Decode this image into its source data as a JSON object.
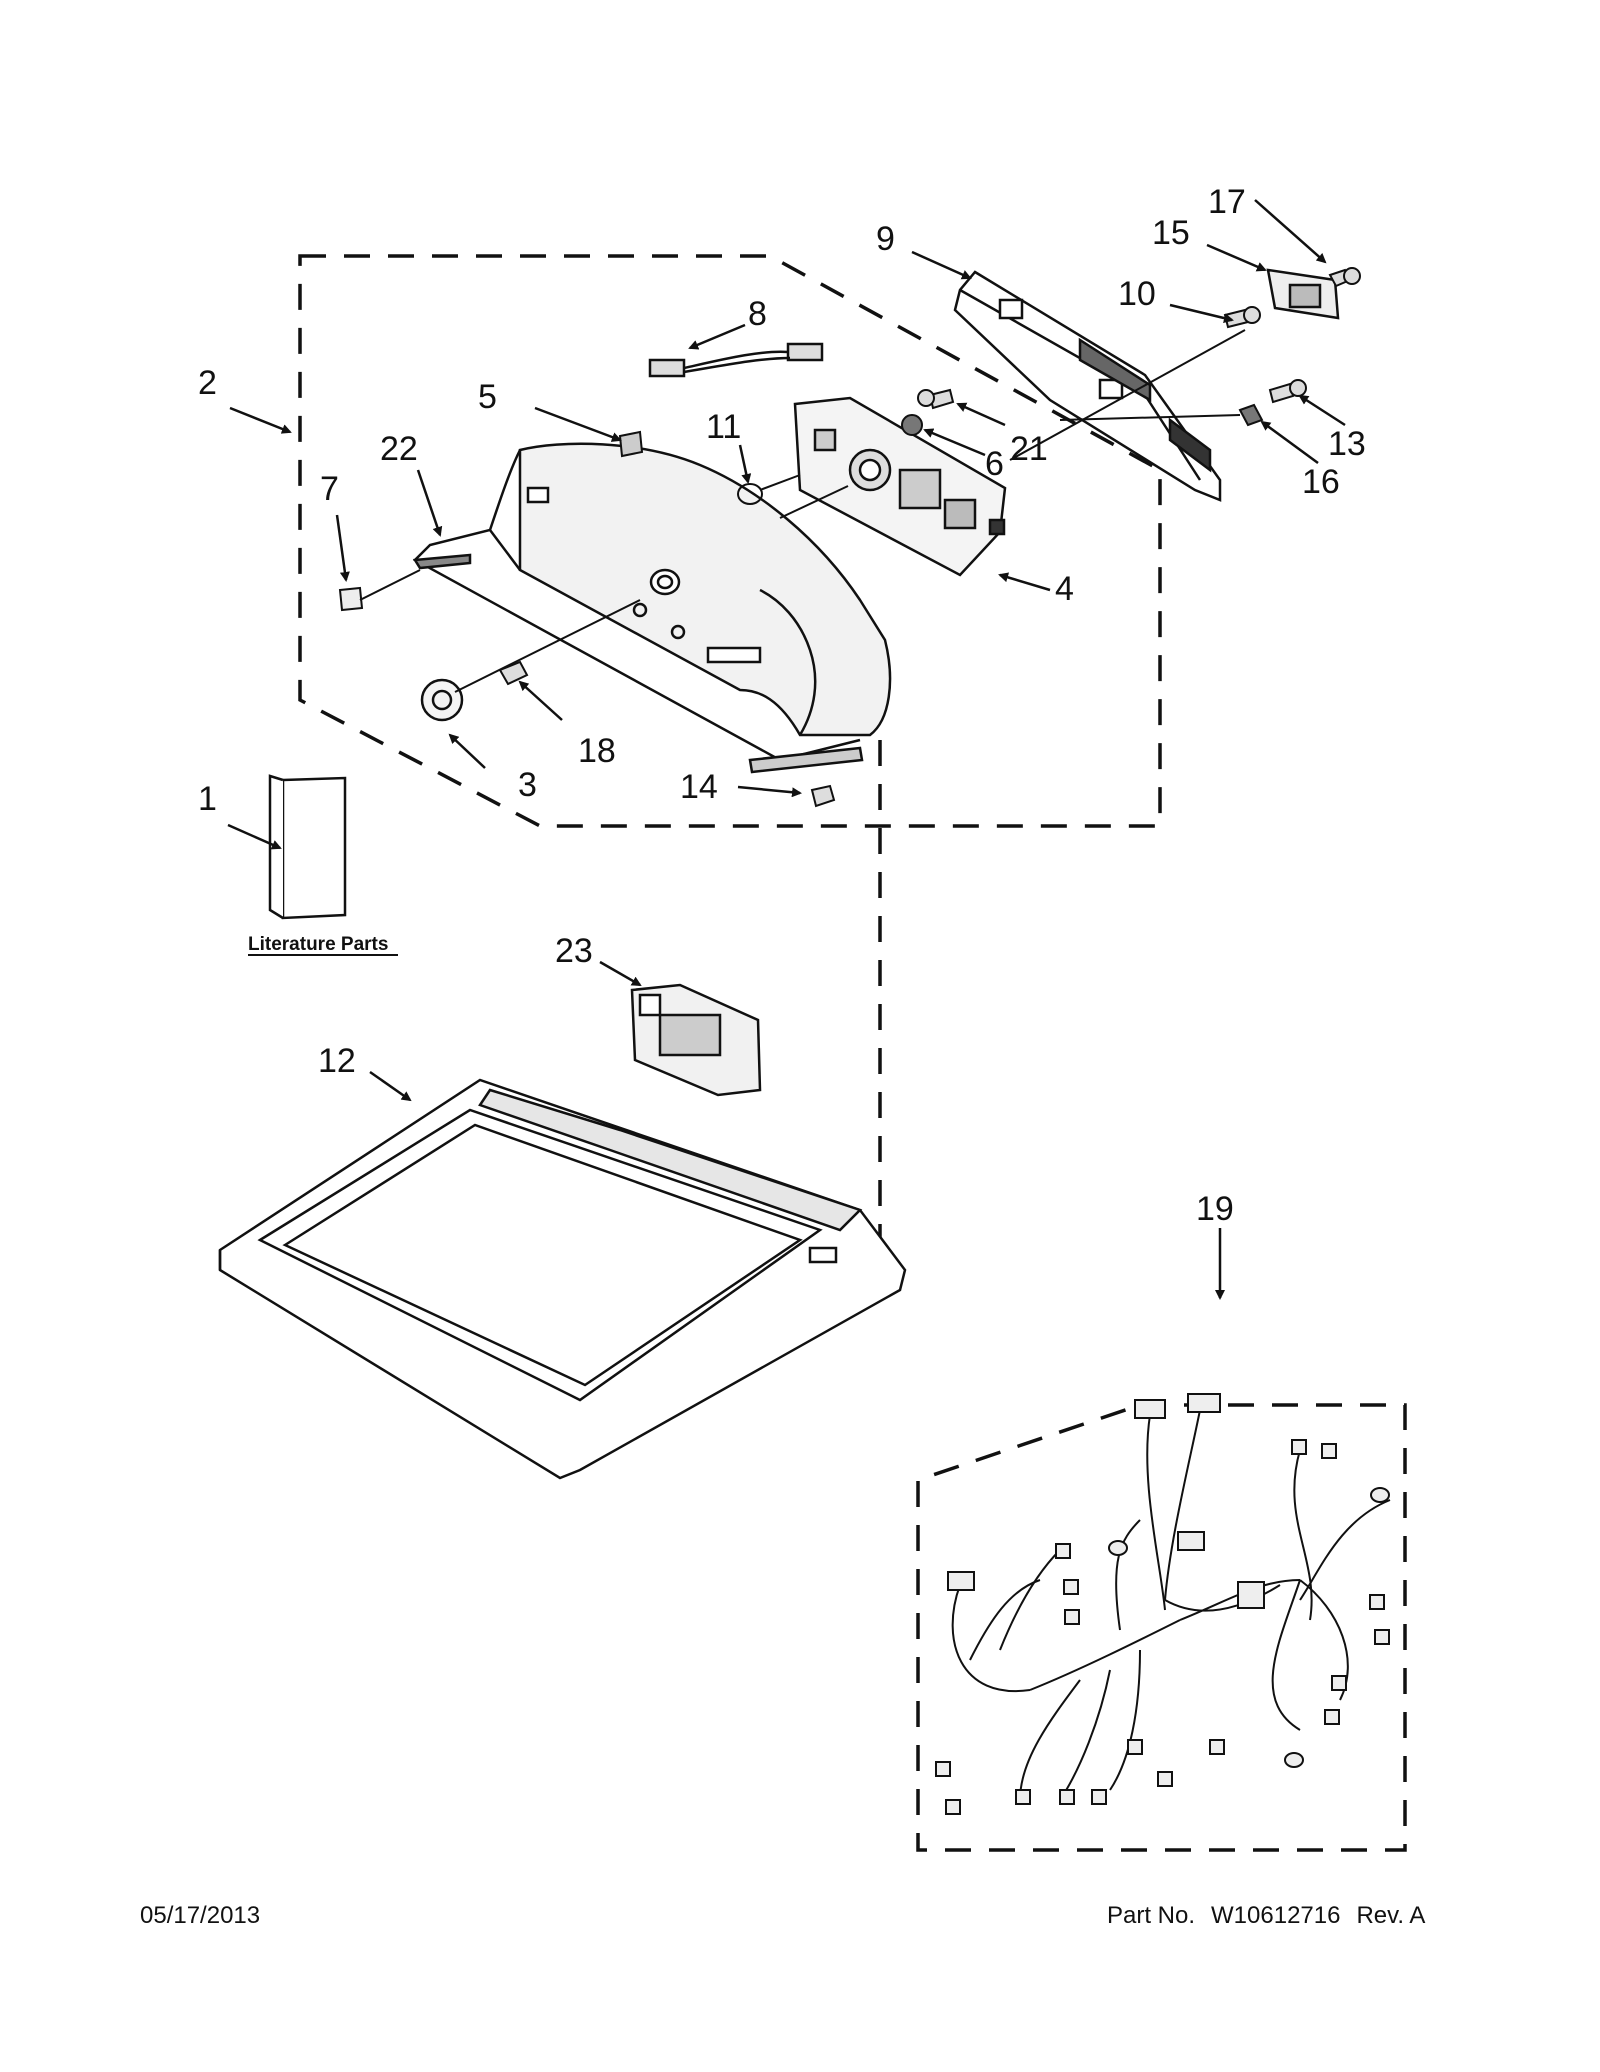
{
  "diagram": {
    "callouts": [
      {
        "id": "1",
        "text": "1"
      },
      {
        "id": "2",
        "text": "2"
      },
      {
        "id": "3",
        "text": "3"
      },
      {
        "id": "4",
        "text": "4"
      },
      {
        "id": "5",
        "text": "5"
      },
      {
        "id": "6",
        "text": "6"
      },
      {
        "id": "7",
        "text": "7"
      },
      {
        "id": "8",
        "text": "8"
      },
      {
        "id": "9",
        "text": "9"
      },
      {
        "id": "10",
        "text": "10"
      },
      {
        "id": "11",
        "text": "11"
      },
      {
        "id": "12",
        "text": "12"
      },
      {
        "id": "13",
        "text": "13"
      },
      {
        "id": "14",
        "text": "14"
      },
      {
        "id": "15",
        "text": "15"
      },
      {
        "id": "16",
        "text": "16"
      },
      {
        "id": "17",
        "text": "17"
      },
      {
        "id": "18",
        "text": "18"
      },
      {
        "id": "19",
        "text": "19"
      },
      {
        "id": "21",
        "text": "21"
      },
      {
        "id": "22",
        "text": "22"
      },
      {
        "id": "23",
        "text": "23"
      }
    ],
    "literature_label": "Literature Parts"
  },
  "footer": {
    "date": "05/17/2013",
    "part_label": "Part No.",
    "part_number": "W10612716",
    "revision": "Rev.  A"
  },
  "colors": {
    "ink": "#111111",
    "background": "#ffffff"
  }
}
